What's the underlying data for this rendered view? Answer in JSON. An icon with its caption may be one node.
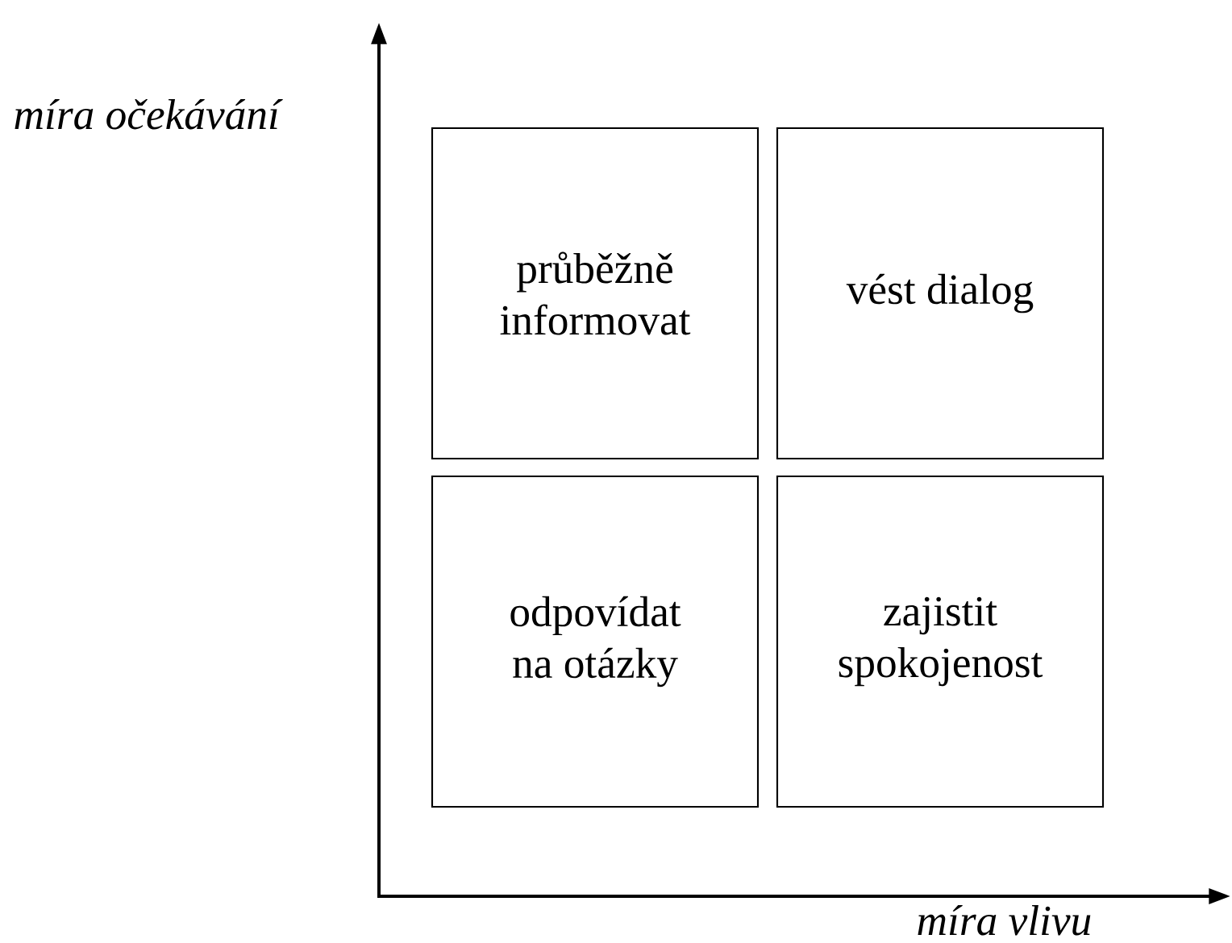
{
  "diagram": {
    "nodes": [
      {
        "text": [
          "průběžně informovat"
        ]
      },
      {
        "text": [
          "vést dialog"
        ]
      },
      {
        "text": [
          "odpovídat na otázky"
        ]
      },
      {
        "text": [
          "zajistit spokojenost"
        ]
      }
    ],
    "labels": [
      "míra očekávání",
      "míra vlivu"
    ]
  }
}
